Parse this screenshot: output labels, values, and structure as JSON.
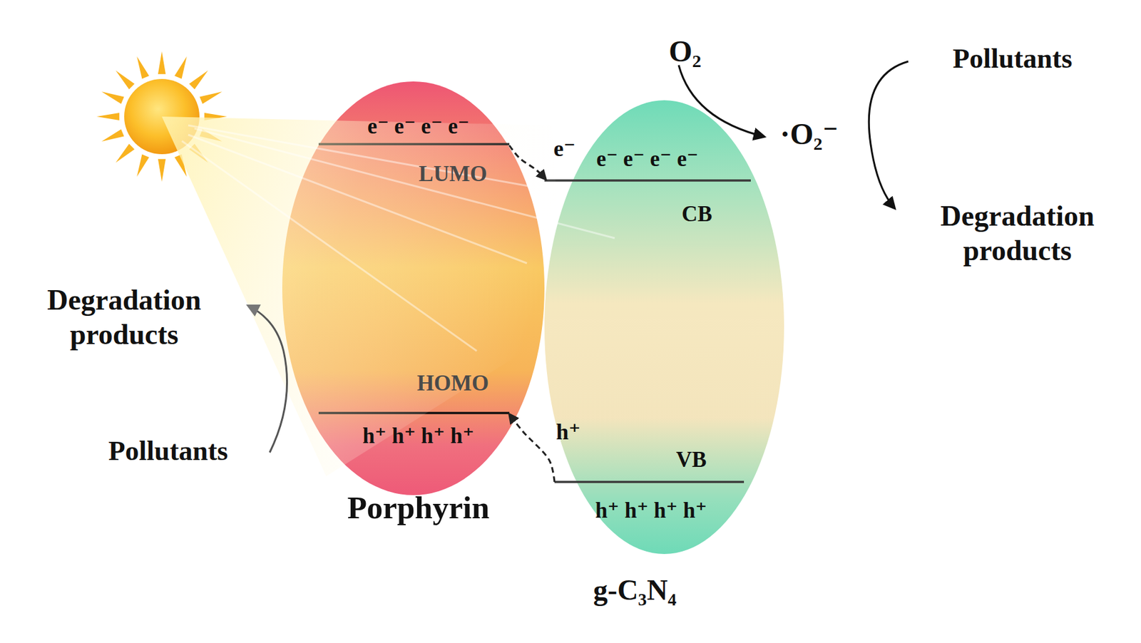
{
  "diagram": {
    "nodes": [
      {
        "text": [
          "e⁻ e⁻ e⁻ e⁻",
          "LUMO",
          "HOMO",
          "h⁺ h⁺ h⁺ h⁺",
          "Porphyrin"
        ]
      },
      {
        "text": [
          "e⁻ e⁻ e⁻ e⁻",
          "CB",
          "VB",
          "h⁺ h⁺ h⁺ h⁺",
          "g-C₃N₄"
        ]
      }
    ],
    "edges": [
      {
        "from": 0,
        "to": 1,
        "label": "e⁻",
        "arrow": "to"
      },
      {
        "from": 1,
        "to": 0,
        "label": "h⁺",
        "arrow": "to"
      }
    ],
    "labels": [
      "O₂",
      "·O₂⁻",
      "Pollutants",
      "Degradation products",
      "Degradation products",
      "Pollutants"
    ]
  }
}
